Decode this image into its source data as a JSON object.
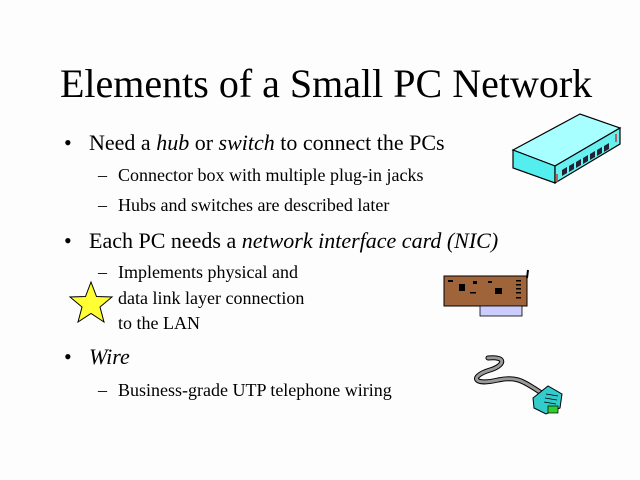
{
  "slide": {
    "title": "Elements of a Small PC Network",
    "bullets": [
      {
        "parts": [
          "Need a ",
          "hub",
          " or ",
          "switch",
          " to connect the PCs"
        ],
        "subs": [
          "Connector box with multiple plug-in jacks",
          "Hubs and switches are described later"
        ]
      },
      {
        "parts": [
          "Each PC needs a ",
          "network interface card (NIC)"
        ],
        "subs": [
          "Implements physical and",
          "data link layer connection",
          "to the LAN"
        ]
      },
      {
        "parts": [
          "Wire"
        ],
        "subs": [
          "Business-grade UTP telephone wiring"
        ]
      }
    ],
    "bullet_mark": "•",
    "sub_mark": "–"
  },
  "colors": {
    "hub": "#99ffff",
    "nic_board": "#a0643a",
    "nic_bracket": "#ccccff",
    "star": "#ffff33",
    "plug": "#33cccc"
  }
}
